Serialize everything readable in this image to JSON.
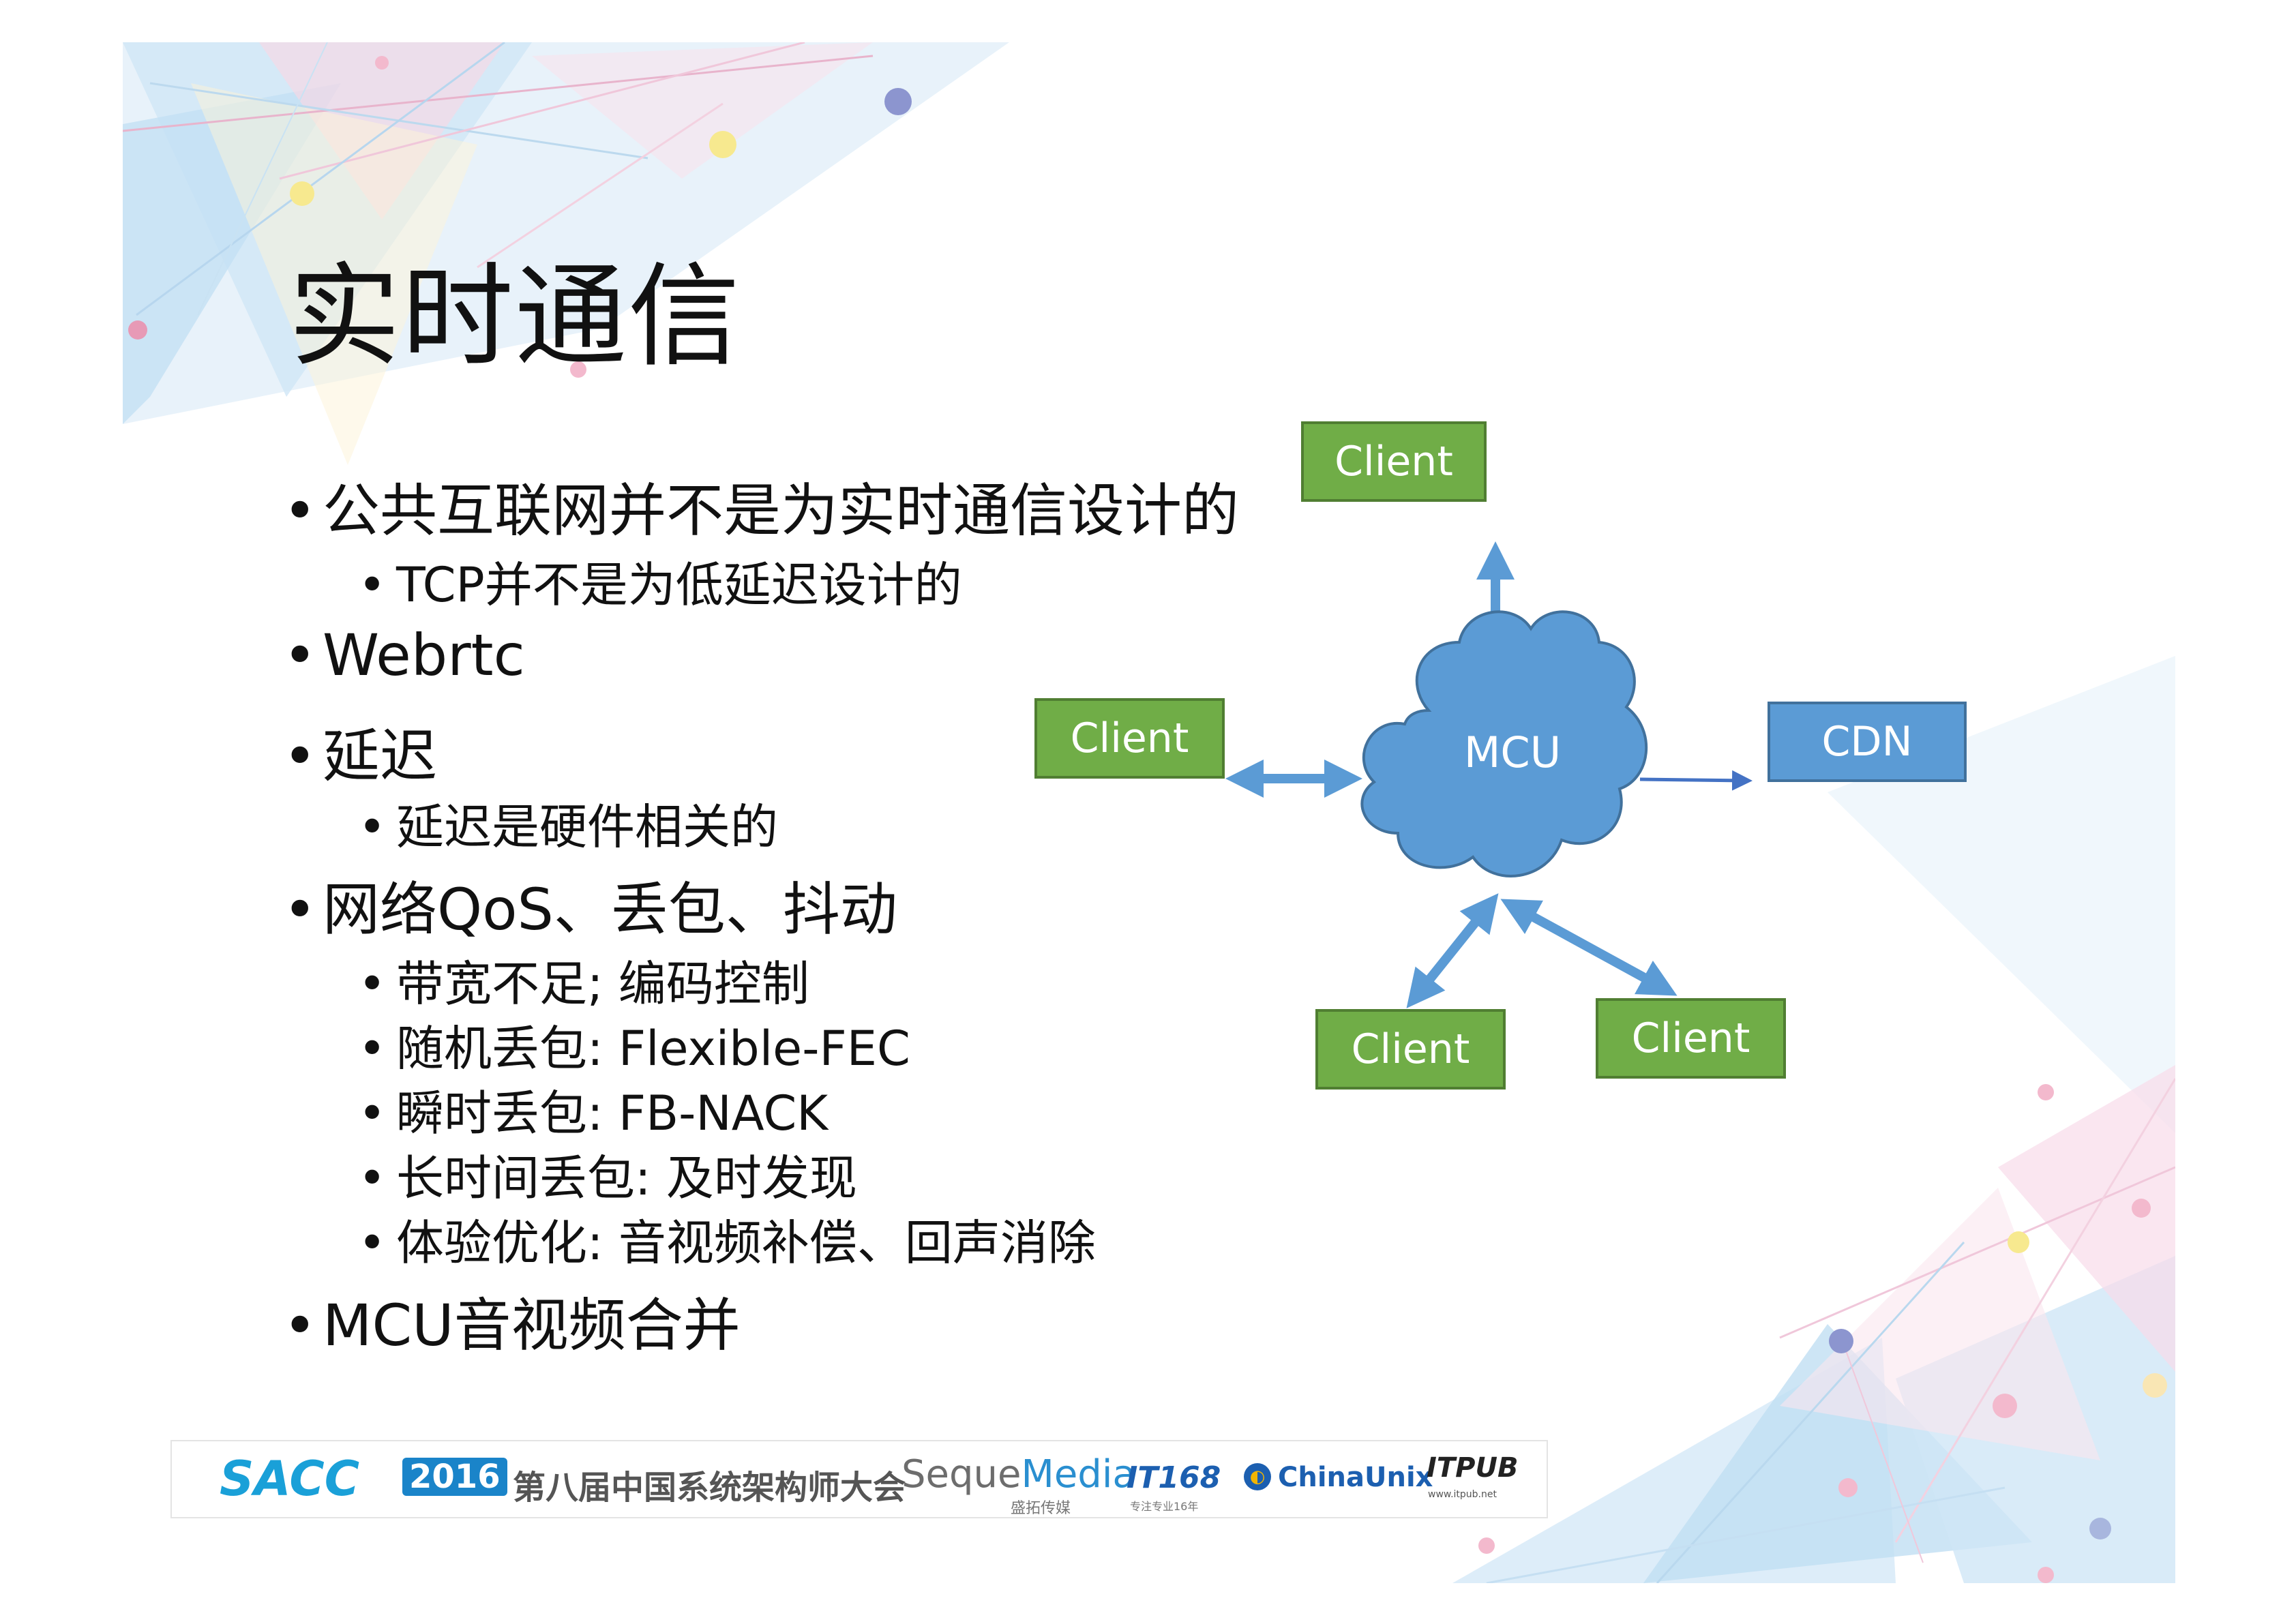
{
  "slide": {
    "title": "实时通信",
    "bullets": [
      {
        "level": 1,
        "text": "公共互联网并不是为实时通信设计的"
      },
      {
        "level": 2,
        "text": "TCP并不是为低延迟设计的"
      },
      {
        "level": 1,
        "text": "Webrtc"
      },
      {
        "level": 1,
        "text": "延迟"
      },
      {
        "level": 2,
        "text": "延迟是硬件相关的"
      },
      {
        "level": 1,
        "text": "网络QoS、丢包、抖动"
      },
      {
        "level": 2,
        "text": "带宽不足; 编码控制"
      },
      {
        "level": 2,
        "text": "随机丢包: Flexible-FEC"
      },
      {
        "level": 2,
        "text": "瞬时丢包: FB-NACK"
      },
      {
        "level": 2,
        "text": "长时间丢包: 及时发现"
      },
      {
        "level": 2,
        "text": "体验优化: 音视频补偿、回声消除"
      },
      {
        "level": 1,
        "text": "MCU音视频合并"
      }
    ]
  },
  "diagram": {
    "center": "MCU",
    "client_top": "Client",
    "client_left": "Client",
    "client_bottom_left": "Client",
    "client_bottom_right": "Client",
    "cdn": "CDN",
    "colors": {
      "client_fill": "#70ad47",
      "cdn_fill": "#5b9bd5",
      "cloud_fill": "#5b9bd5",
      "arrow": "#5b9bd5"
    }
  },
  "footer": {
    "sacc": "SACC",
    "year": "2016",
    "conference": "第八届中国系统架构师大会",
    "seque": "Seque",
    "media": "Media",
    "media_cn": "盛拓传媒",
    "it168": "IT168",
    "it168_sub": "专注专业16年",
    "chinaunix": "ChinaUnix",
    "itpub": "ITPUB",
    "itpub_url": "www.itpub.net"
  }
}
